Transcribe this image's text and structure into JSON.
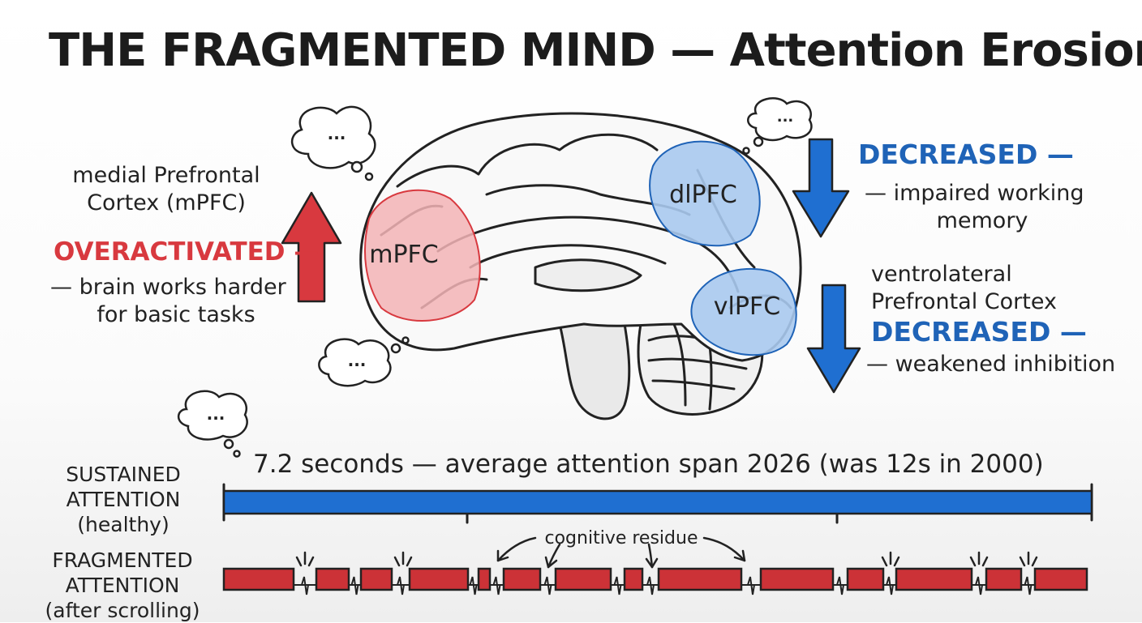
{
  "title": "THE FRAGMENTED MIND — Attention Erosion",
  "left": {
    "region_name_line1": "medial Prefrontal",
    "region_name_line2": "Cortex (mPFC)",
    "status": "OVERACTIVATED —",
    "desc_line1": "— brain works harder",
    "desc_line2": "for basic tasks"
  },
  "brain": {
    "mpfc_label": "mPFC",
    "dlpfc_label": "dlPFC",
    "vlpfc_label": "vlPFC",
    "thought_bubble_text": "..."
  },
  "right_top": {
    "status": "DECREASED —",
    "desc_line1": "— impaired working",
    "desc_line2": "memory"
  },
  "right_bottom": {
    "region_name_line1": "ventrolateral",
    "region_name_line2": "Prefrontal Cortex",
    "status": "DECREASED —",
    "desc": "— weakened inhibition"
  },
  "timeline": {
    "headline": "7.2 seconds — average attention span 2026 (was 12s in 2000)",
    "sustained_line1": "SUSTAINED",
    "sustained_line2": "ATTENTION",
    "sustained_line3": "(healthy)",
    "fragmented_line1": "FRAGMENTED",
    "fragmented_line2": "ATTENTION",
    "fragmented_line3": "(after scrolling)",
    "residue_label": "cognitive residue",
    "sustained_level": 1.0,
    "fragment_count": 14
  },
  "colors": {
    "overactive_red": "#d8393f",
    "region_red_fill": "#f3b4b6",
    "decrease_blue": "#1f63b7",
    "region_blue_fill": "#a9c9ee",
    "bar_blue": "#1f6fd1",
    "bar_red": "#cc3237"
  },
  "icons": {
    "up_arrow": "arrow-up-icon",
    "down_arrow": "arrow-down-icon",
    "thought_bubble": "thought-bubble-icon",
    "alert_spark": "spark-icon"
  }
}
